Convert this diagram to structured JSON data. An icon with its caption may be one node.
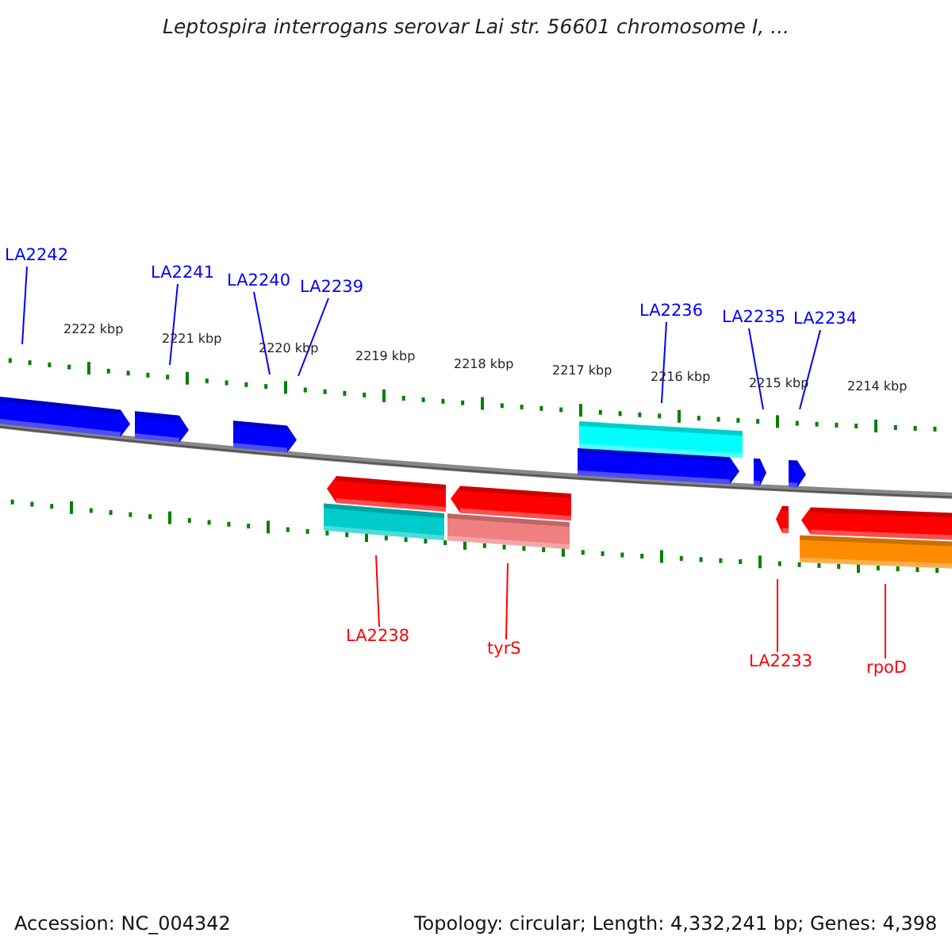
{
  "diagram": {
    "title": "Leptospira interrogans serovar Lai str. 56601 chromosome I, ...",
    "nodes": [
      {
        "text": [
          "LA2242"
        ]
      },
      {
        "text": [
          "LA2241"
        ]
      },
      {
        "text": [
          "LA2240"
        ]
      },
      {
        "text": [
          "LA2239"
        ]
      },
      {
        "text": [
          "LA2236"
        ]
      },
      {
        "text": [
          "LA2235"
        ]
      },
      {
        "text": [
          "LA2234"
        ]
      },
      {
        "text": [
          "LA2238"
        ]
      },
      {
        "text": [
          "tyrS"
        ]
      },
      {
        "text": [
          "LA2233"
        ]
      },
      {
        "text": [
          "rpoD"
        ]
      }
    ],
    "edges": [
      {
        "from": 0,
        "to": null,
        "arrow": "none"
      },
      {
        "from": 1,
        "to": null,
        "arrow": "none"
      },
      {
        "from": 2,
        "to": null,
        "arrow": "none"
      },
      {
        "from": 3,
        "to": null,
        "arrow": "none"
      },
      {
        "from": 4,
        "to": null,
        "arrow": "none"
      },
      {
        "from": 5,
        "to": null,
        "arrow": "none"
      },
      {
        "from": 6,
        "to": null,
        "arrow": "none"
      },
      {
        "from": 7,
        "to": null,
        "arrow": "none",
        "color": "#ff0000"
      },
      {
        "from": 8,
        "to": null,
        "arrow": "none",
        "color": "#ff0000"
      },
      {
        "from": 9,
        "to": null,
        "arrow": "none",
        "color": "#ff0000"
      },
      {
        "from": 10,
        "to": null,
        "arrow": "none",
        "color": "#ff0000"
      }
    ],
    "labels": [
      "2222 kbp",
      "2221 kbp",
      "2220 kbp",
      "2219 kbp",
      "2218 kbp",
      "2217 kbp",
      "2216 kbp",
      "2215 kbp",
      "2214 kbp",
      "Accession: NC_004342",
      "Topology: circular; Length: 4,332,241 bp; Genes: 4,398"
    ]
  }
}
